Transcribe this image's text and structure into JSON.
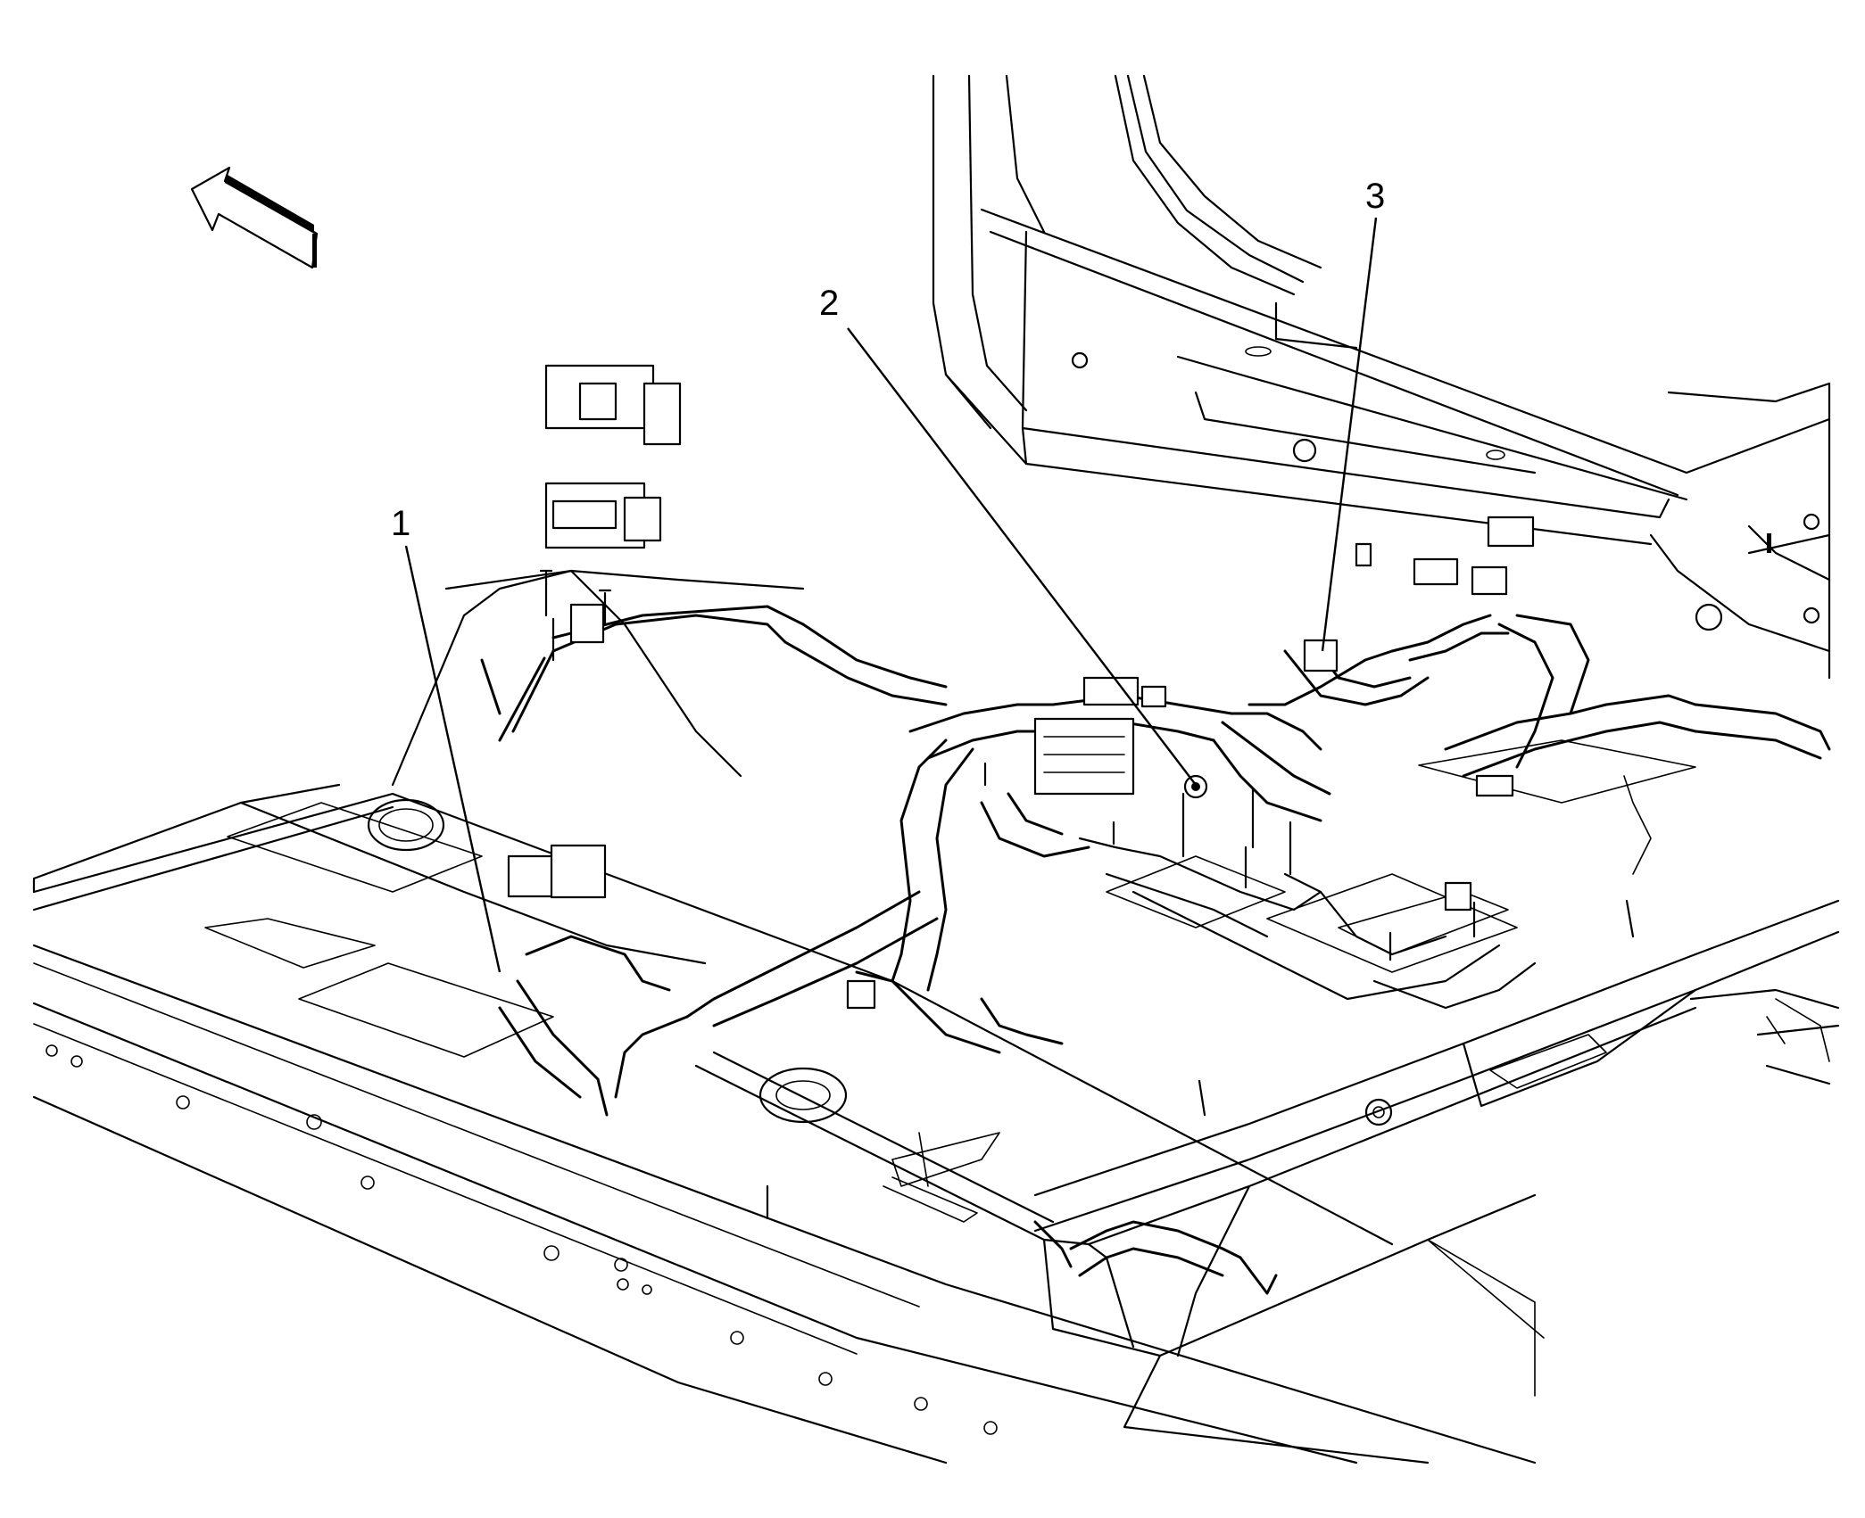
{
  "diagram": {
    "callouts": [
      {
        "id": "1",
        "label": "1"
      },
      {
        "id": "2",
        "label": "2"
      },
      {
        "id": "3",
        "label": "3"
      }
    ],
    "direction_arrow_icon": "forward-direction-arrow-icon"
  }
}
